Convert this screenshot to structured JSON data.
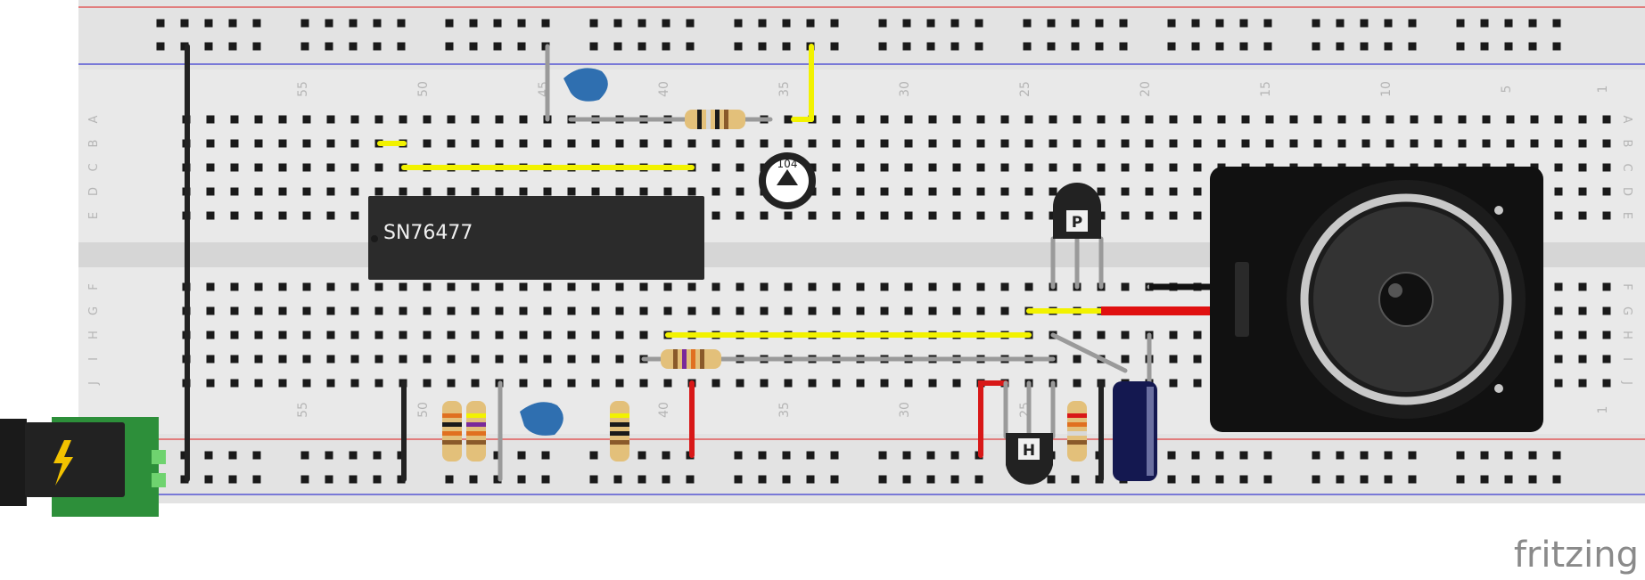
{
  "breadboard": {
    "column_labels": [
      "55",
      "50",
      "45",
      "40",
      "35",
      "30",
      "25",
      "20",
      "15",
      "10",
      "5",
      "1"
    ],
    "row_labels_top": [
      "A",
      "B",
      "C",
      "D",
      "E"
    ],
    "row_labels_bottom": [
      "F",
      "G",
      "H",
      "I",
      "J"
    ]
  },
  "ic": {
    "label": "SN76477"
  },
  "potentiometer": {
    "label": "104"
  },
  "transistors": [
    {
      "name": "pnp-transistor",
      "letter": "P"
    },
    {
      "name": "npn-transistor",
      "letter": "H"
    }
  ],
  "power_jack": {
    "icon": "lightning-bolt-icon"
  },
  "colors": {
    "board": "#e9e9e9",
    "rail_red": "#e04040",
    "rail_blue": "#3a3ad0",
    "wire_yellow": "#f2f200",
    "wire_red": "#d81818",
    "wire_black": "#222222",
    "lead_gray": "#9a9a9a",
    "pcb_green": "#2d8f3a",
    "cap_blue": "#2f6fb0"
  },
  "watermark": "fritzing"
}
